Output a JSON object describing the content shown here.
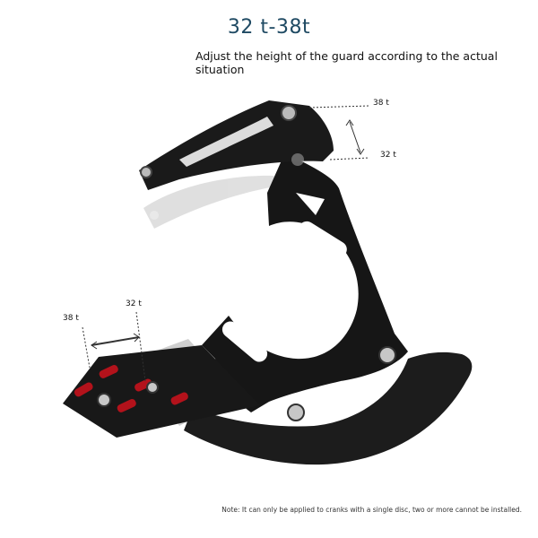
{
  "header": {
    "title": "32 t-38t",
    "subtitle": "Adjust the height of the guard according to the actual situation"
  },
  "top_adjustment": {
    "upper_label": "38 t",
    "lower_label": "32 t"
  },
  "bottom_adjustment": {
    "left_label": "38 t",
    "right_label": "32 t"
  },
  "footer": {
    "note": "Note: It can only be applied to cranks with a single disc, two or more cannot be installed."
  },
  "colors": {
    "title": "#1f4a63",
    "guard_body": "#141414",
    "accent_red": "#b3121b"
  }
}
